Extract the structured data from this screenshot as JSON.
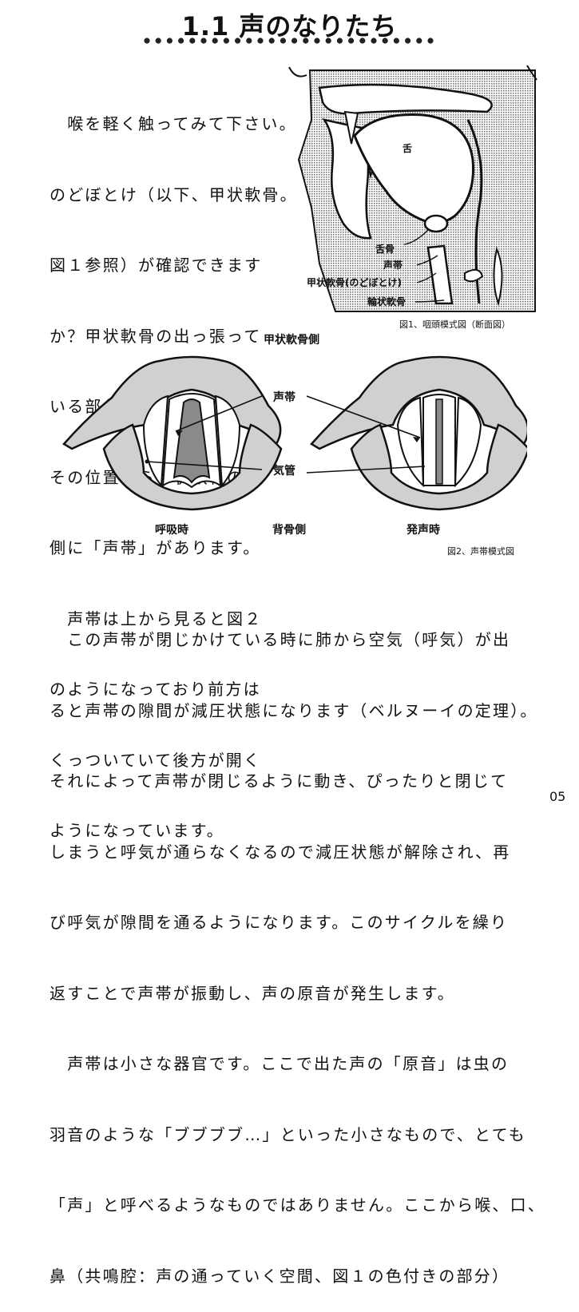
{
  "title": "1.1 声のなりたち",
  "intro_lines": [
    "　喉を軽く触ってみて下さい。",
    "のどぼとけ（以下、甲状軟骨。",
    "図１参照）が確認できます",
    "か？甲状軟骨の出っ張って",
    "いる部分の少し下あたり、",
    "その位置から甲状軟骨の裏",
    "側に「声帯」があります。",
    "　声帯は上から見ると図２",
    "のようになっており前方は",
    "くっついていて後方が開く",
    "ようになっています。"
  ],
  "figure1": {
    "labels": {
      "tongue": "舌",
      "hyoid": "舌骨",
      "vocal_cords": "声帯",
      "thyroid": "甲状軟骨(のどぼとけ)",
      "cricoid": "輪状軟骨"
    },
    "caption": "図1、咽頭模式図（断面図）"
  },
  "figure2": {
    "top_label": "甲状軟骨側",
    "vocal_cords": "声帯",
    "trachea": "気管",
    "breathing": "呼吸時",
    "spine_side": "背骨側",
    "phonation": "発声時",
    "caption": "図2、声帯模式図"
  },
  "body_lines": [
    "　この声帯が閉じかけている時に肺から空気（呼気）が出",
    "ると声帯の隙間が減圧状態になります（ベルヌーイの定理）。",
    "それによって声帯が閉じるように動き、ぴったりと閉じて",
    "しまうと呼気が通らなくなるので減圧状態が解除され、再",
    "び呼気が隙間を通るようになります。このサイクルを繰り",
    "返すことで声帯が振動し、声の原音が発生します。",
    "　声帯は小さな器官です。ここで出た声の「原音」は虫の",
    "羽音のような「ブブブブ…」といった小さなもので、とても",
    "「声」と呼べるようなものではありません。ここから喉、口、",
    "鼻（共鳴腔：声の通っていく空間、図１の色付きの部分）"
  ],
  "page_number": "05"
}
